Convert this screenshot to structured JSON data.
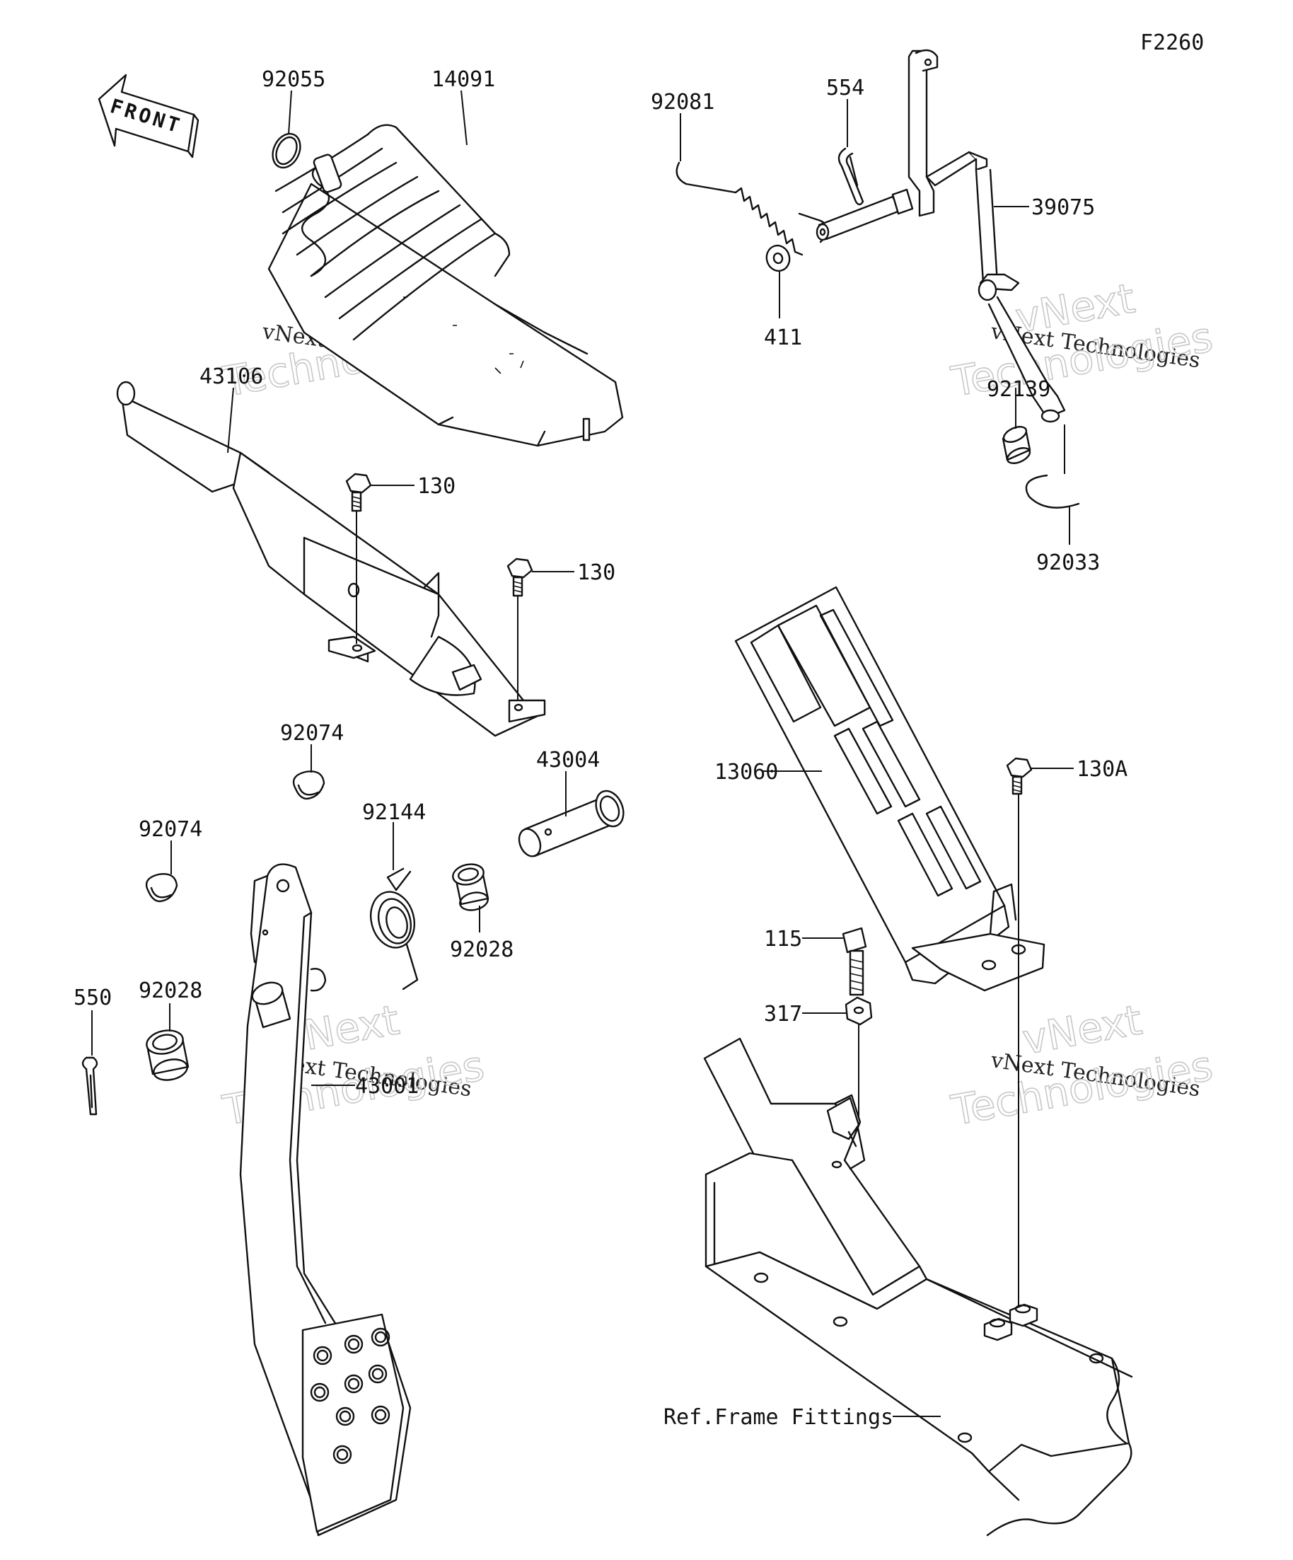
{
  "figure_code": "F2260",
  "front_label": "FRONT",
  "part_labels": {
    "p92055": "92055",
    "p14091": "14091",
    "p43106": "43106",
    "p130_a": "130",
    "p130_b": "130",
    "p92081": "92081",
    "p554": "554",
    "p39075": "39075",
    "p411": "411",
    "p92139": "92139",
    "p92033": "92033",
    "p92074_a": "92074",
    "p92074_b": "92074",
    "p43004": "43004",
    "p92144": "92144",
    "p92028_a": "92028",
    "p92028_b": "92028",
    "p550": "550",
    "p43001": "43001",
    "p13060": "13060",
    "p130A": "130A",
    "p115": "115",
    "p317": "317",
    "ref_frame": "Ref.Frame Fittings"
  },
  "watermarks": {
    "w1_line1": "vNext",
    "w1_line2": "vNext Technologies",
    "w1_line3": "Technologies",
    "w2_line1": "vNext",
    "w2_line2": "vNext Technologies",
    "w2_line3": "Technologies",
    "w3_line1": "vNext",
    "w3_line2": "vNext Technologies",
    "w3_line3": "Technologies",
    "w4_line1": "vNext",
    "w4_line2": "vNext Technologies",
    "w4_line3": "Technologies"
  }
}
